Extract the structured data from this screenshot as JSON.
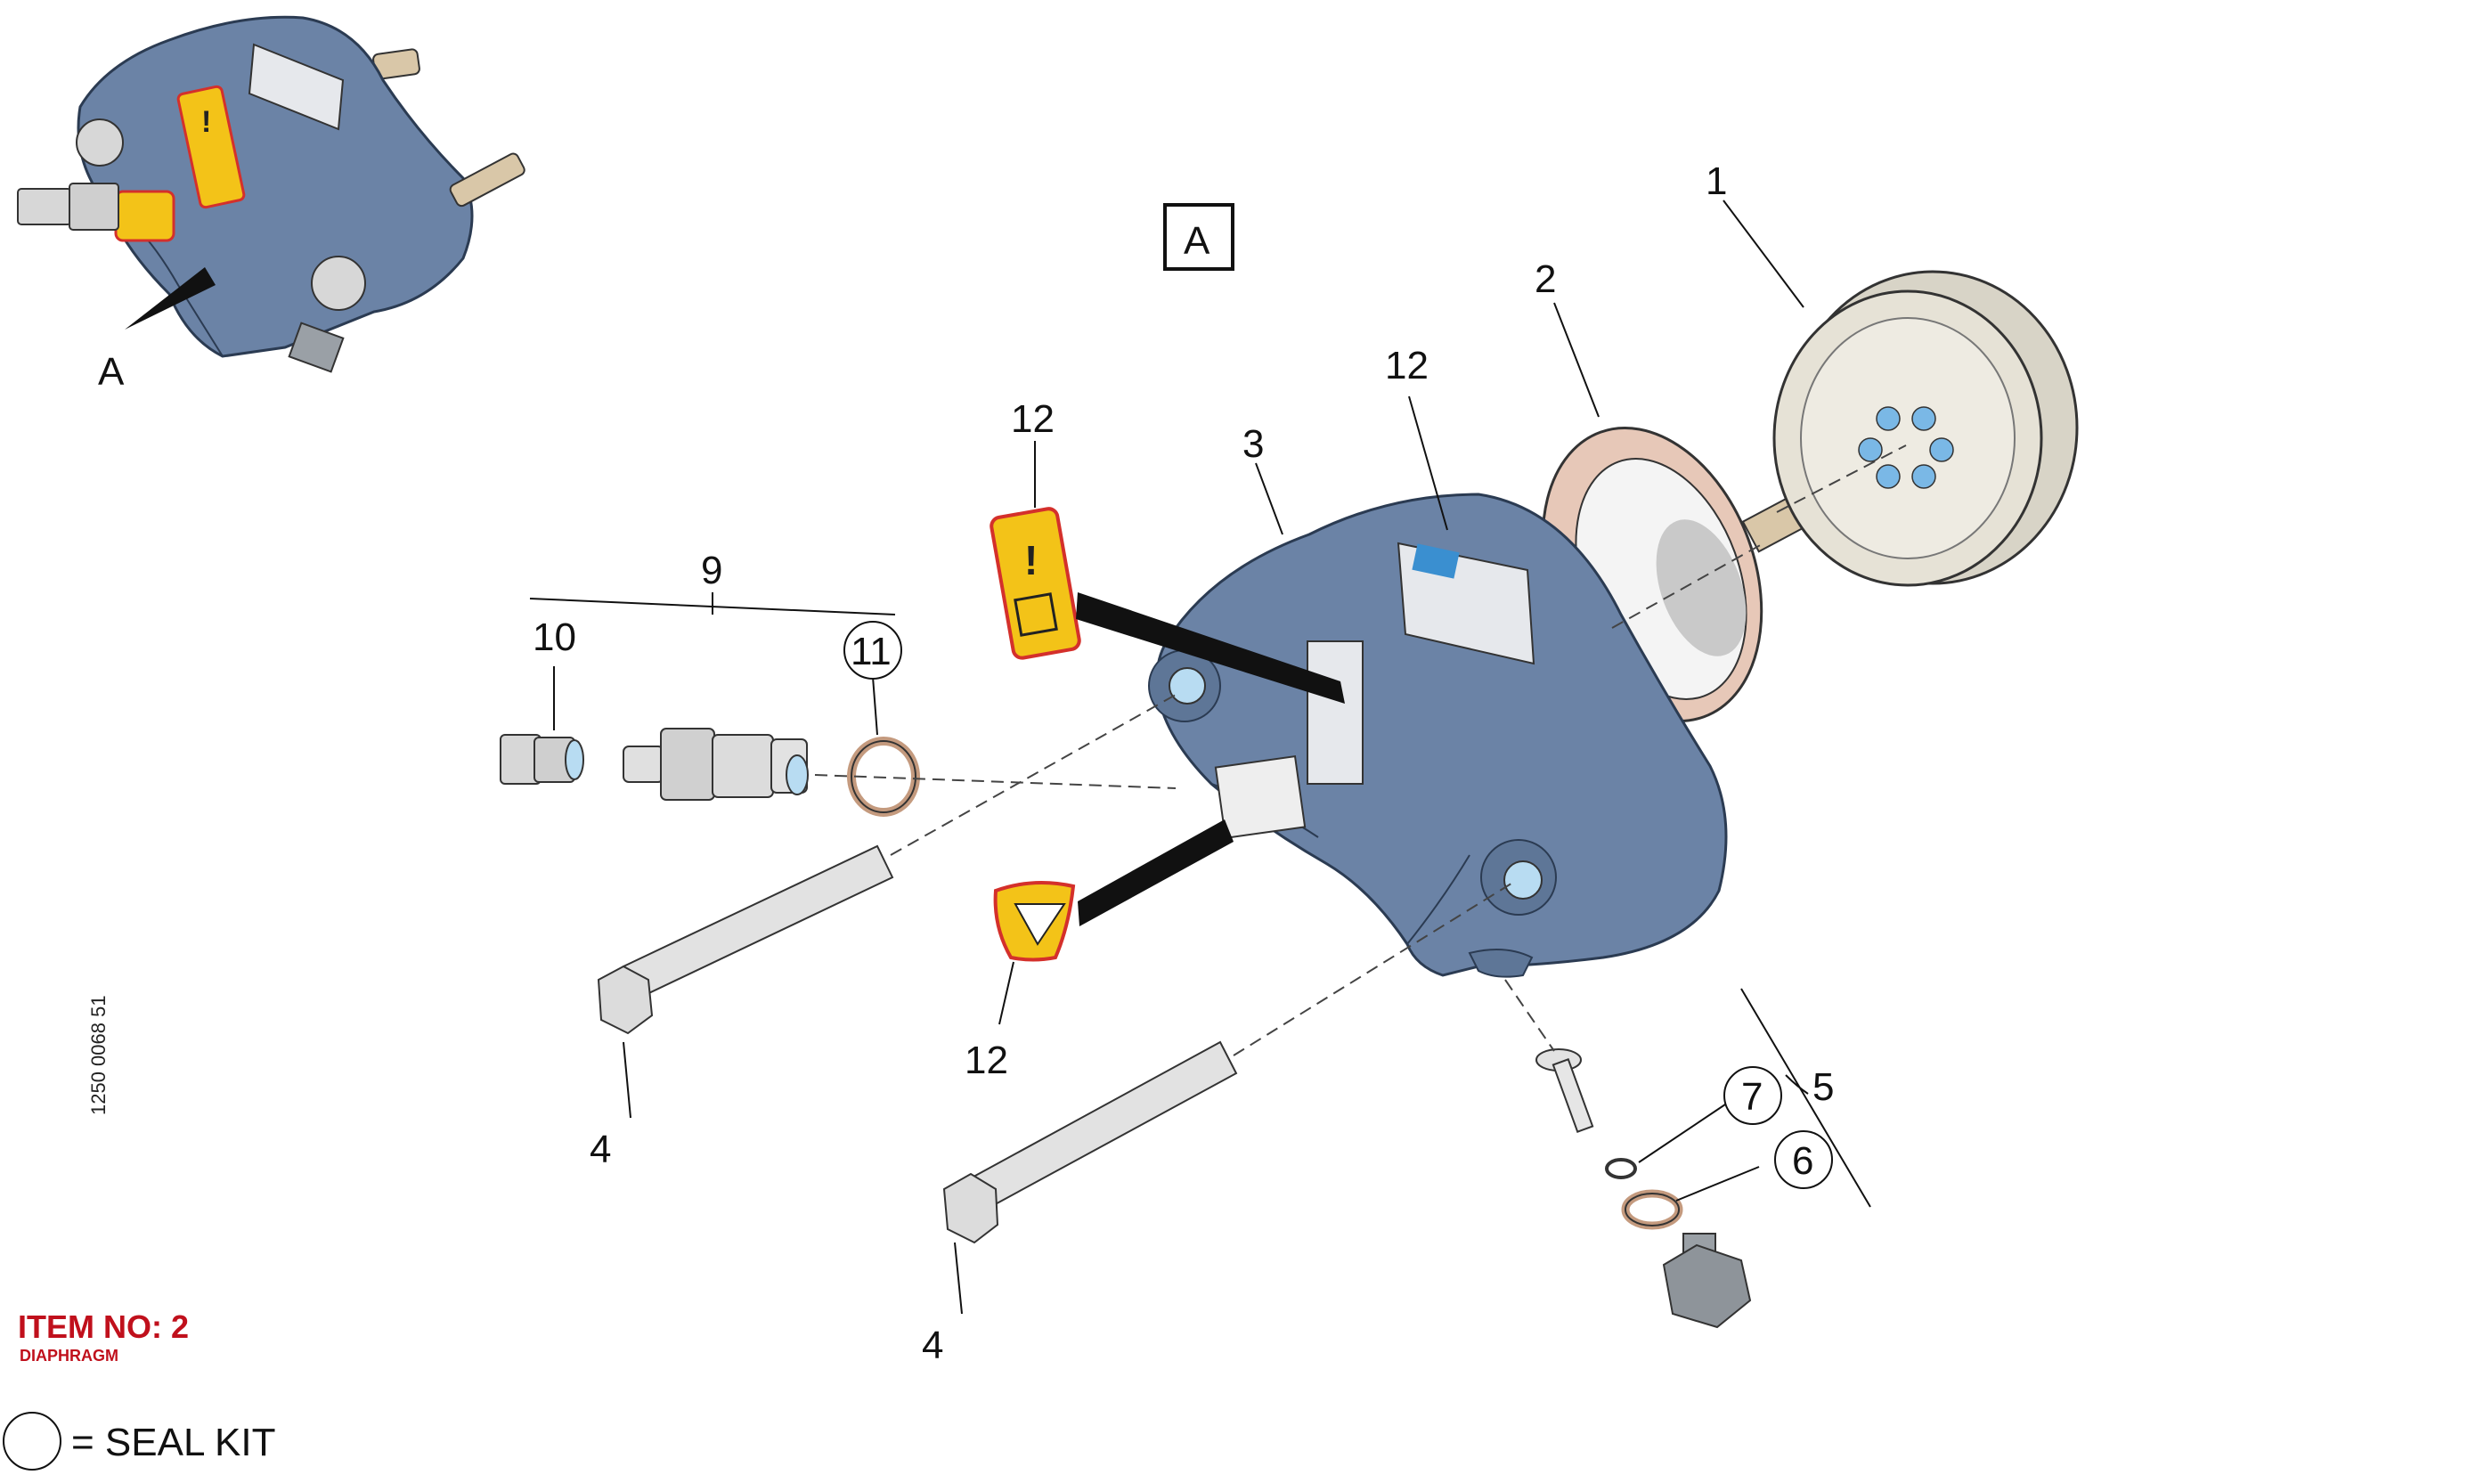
{
  "view_label": "A",
  "inset_label": "A",
  "callouts": {
    "c1": "1",
    "c2": "2",
    "c3": "3",
    "c4a": "4",
    "c4b": "4",
    "c5": "5",
    "c6": "6",
    "c7": "7",
    "c9": "9",
    "c10": "10",
    "c11": "11",
    "c12a": "12",
    "c12b": "12",
    "c12c": "12"
  },
  "document_number": "1250 0068 51",
  "item": {
    "title": "ITEM NO: 2",
    "subtitle": "DIAPHRAGM"
  },
  "legend": {
    "text": "= SEAL KIT"
  },
  "colors": {
    "housing": "#6b83a6",
    "housing_dark": "#4f6787",
    "diaphragm": "#e7c8b8",
    "pulley": "#e6e2d6",
    "warning": "#f3c318",
    "warning_border": "#d4302b",
    "item_red": "#c0101c"
  }
}
